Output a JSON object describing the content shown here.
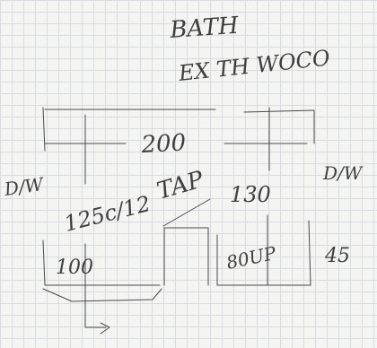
{
  "notes": {
    "line1": "BATH",
    "line2": "EX TH WOCO"
  },
  "labels": {
    "width_top": "200",
    "left_label": "D/W",
    "right_label": "D/W",
    "left_height": "125c/12",
    "tap": "TAP",
    "mid_height": "130",
    "bottom_width": "100",
    "shelf": "80UP",
    "side_height": "45"
  }
}
